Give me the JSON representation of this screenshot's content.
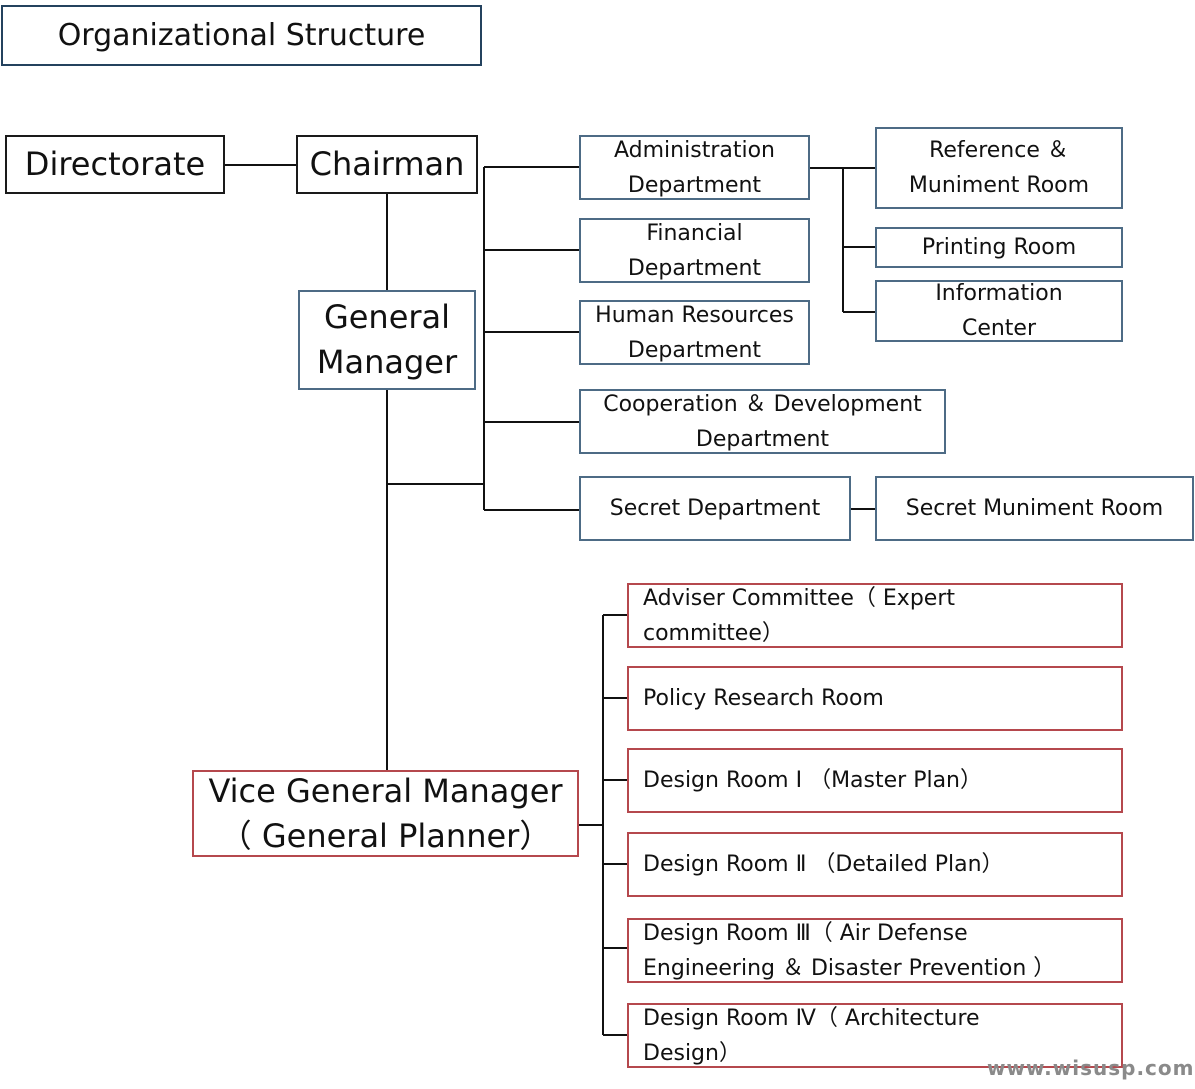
{
  "title": "Organizational Structure",
  "nodes": {
    "directorate": "Directorate",
    "chairman": "Chairman",
    "general_manager": "General\nManager",
    "administration": "Administration\nDepartment",
    "financial": "Financial\nDepartment",
    "human_resources": "Human Resources\nDepartment",
    "cooperation": "Cooperation ＆ Development\nDepartment",
    "secret_department": "Secret Department",
    "reference": "Reference ＆\nMuniment Room",
    "printing": "Printing Room",
    "information": "Information\nCenter",
    "secret_muniment": "Secret Muniment Room",
    "vice_gm": "Vice General Manager\n（ General Planner）",
    "adviser": "Adviser Committee（ Expert\ncommittee）",
    "policy": "Policy Research Room",
    "design1": "Design Room Ⅰ （Master Plan）",
    "design2": "Design Room Ⅱ （Detailed Plan）",
    "design3": "Design Room Ⅲ（ Air Defense\nEngineering ＆ Disaster Prevention ）",
    "design4": "Design Room Ⅳ（ Architecture\nDesign）"
  },
  "watermark": "www.wisusp.com"
}
